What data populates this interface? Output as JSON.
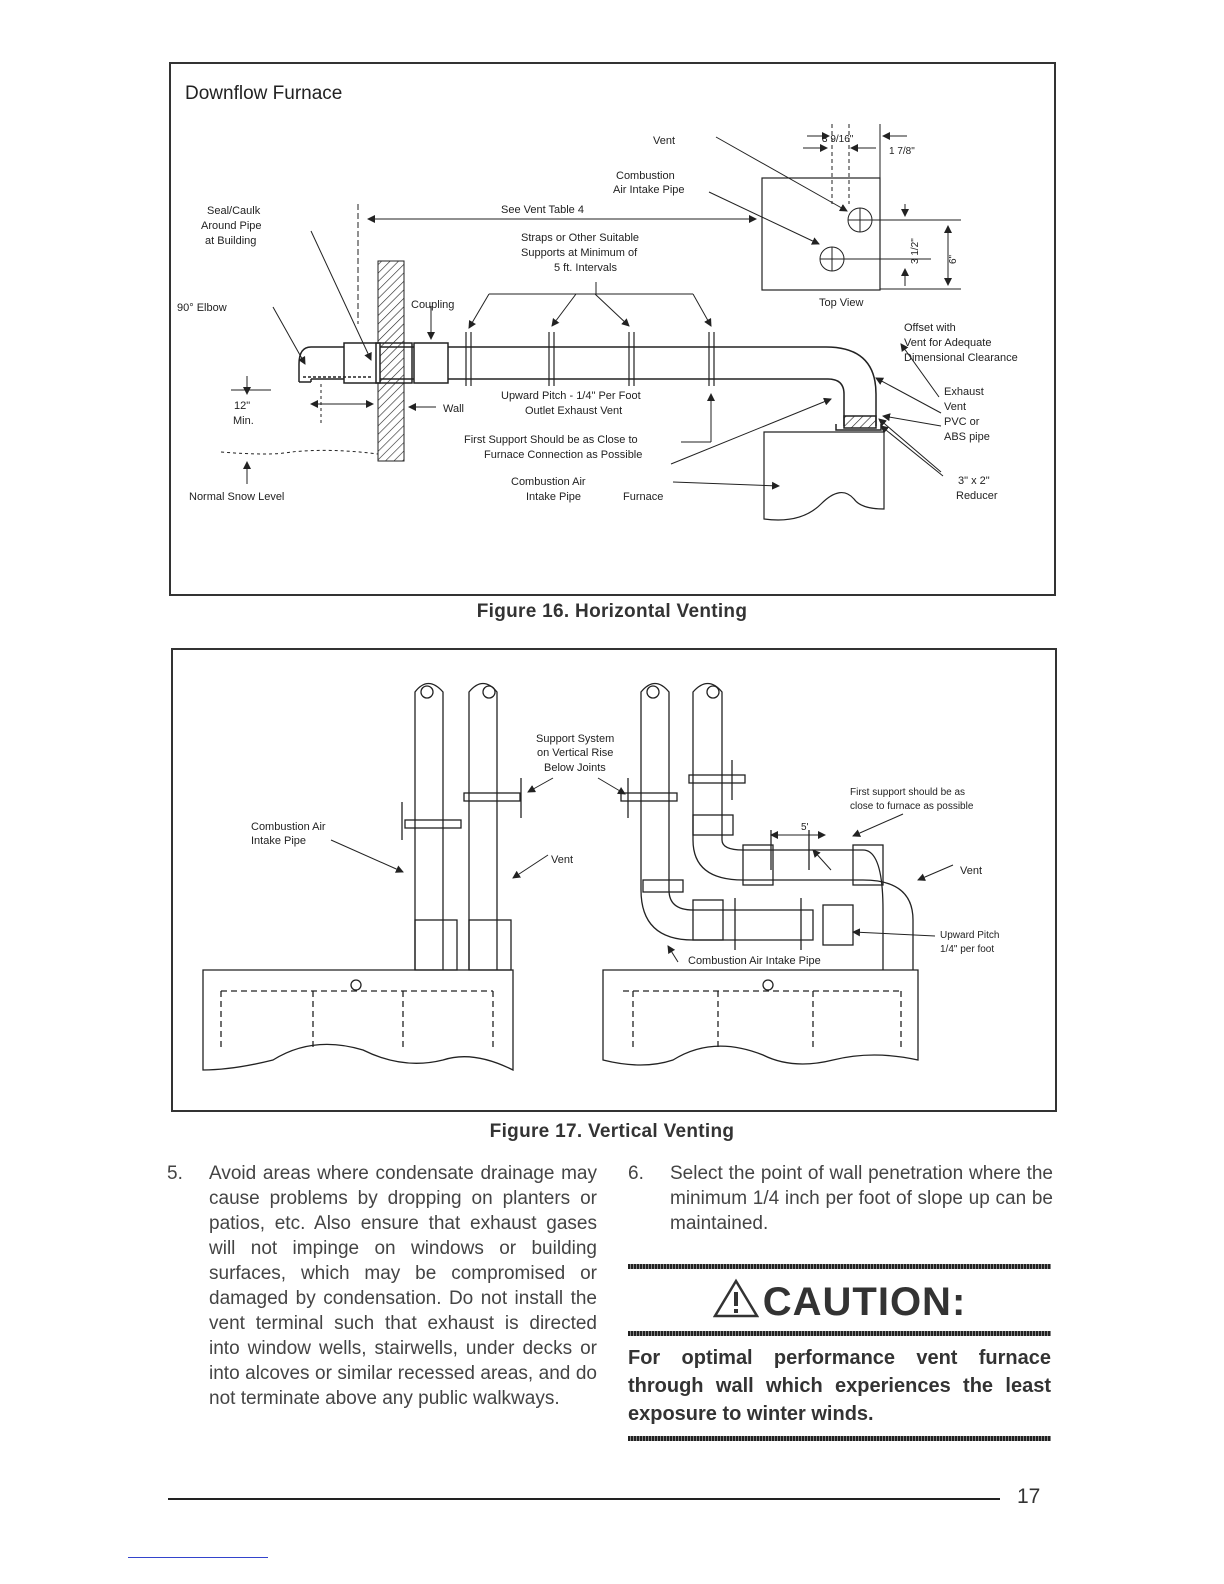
{
  "figure16": {
    "heading": "Downflow  Furnace",
    "caption": "Figure 16. Horizontal Venting",
    "labels": {
      "vent": "Vent",
      "dim_3_9_16": "3 9/16\"",
      "dim_1_7_8": "1 7/8\"",
      "combustion_air_intake_1": "Combustion",
      "combustion_air_intake_2": "Air Intake Pipe",
      "seal_caulk_1": "Seal/Caulk",
      "seal_caulk_2": "Around Pipe",
      "seal_caulk_3": "at Building",
      "see_vent_table": "See Vent Table 4",
      "straps_1": "Straps or Other Suitable",
      "straps_2": "Supports at Minimum of",
      "straps_3": "5 ft. Intervals",
      "dim_3_1_2": "3 1/2\"",
      "dim_6": "6\"",
      "elbow": "90° Elbow",
      "coupling": "Coupling",
      "top_view": "Top View",
      "offset_1": "Offset with",
      "offset_2": "Vent for Adequate",
      "offset_3": "Dimensional Clearance",
      "min_12_1": "12\"",
      "min_12_2": "Min.",
      "wall": "Wall",
      "upward_pitch_1": "Upward Pitch - 1/4\" Per Foot",
      "upward_pitch_2": "Outlet Exhaust Vent",
      "exhaust_1": "Exhaust",
      "exhaust_2": "Vent",
      "exhaust_3": "PVC or",
      "exhaust_4": "ABS pipe",
      "first_support_1": "First Support Should be as Close to",
      "first_support_2": "Furnace Connection as Possible",
      "cai_1": "Combustion Air",
      "cai_2": "Intake Pipe",
      "furnace": "Furnace",
      "reducer_1": "3\" x 2\"",
      "reducer_2": "Reducer",
      "snow": "Normal Snow Level"
    }
  },
  "figure17": {
    "caption": "Figure 17. Vertical Venting",
    "labels": {
      "support_1": "Support System",
      "support_2": "on Vertical Rise",
      "support_3": "Below Joints",
      "cai_1": "Combustion Air",
      "cai_2": "Intake Pipe",
      "vent_left": "Vent",
      "first_support_1": "First support should be as",
      "first_support_2": "close to furnace as possible",
      "dim_5": "5'",
      "vent_right": "Vent",
      "pitch_1": "Upward Pitch",
      "pitch_2": "1/4\" per foot",
      "cai_right": "Combustion Air Intake Pipe"
    }
  },
  "body": {
    "item5_num": "5.",
    "item5_text": "Avoid areas where condensate drainage may cause problems by dropping on planters or patios, etc.  Also ensure that exhaust gases will not impinge on windows or building surfaces, which may be compromised or damaged by condensation. Do not install the vent terminal such that exhaust is directed into window wells, stairwells, under decks or into alcoves or similar recessed areas, and do not terminate above any public walkways.",
    "item6_num": "6.",
    "item6_text": "Select the point of wall penetration where the minimum 1/4 inch per foot of slope up can be maintained."
  },
  "caution": {
    "title": "CAUTION:",
    "text": "For optimal performance vent furnace through wall which experiences the least exposure to winter winds."
  },
  "footer": {
    "page_number": "17"
  }
}
